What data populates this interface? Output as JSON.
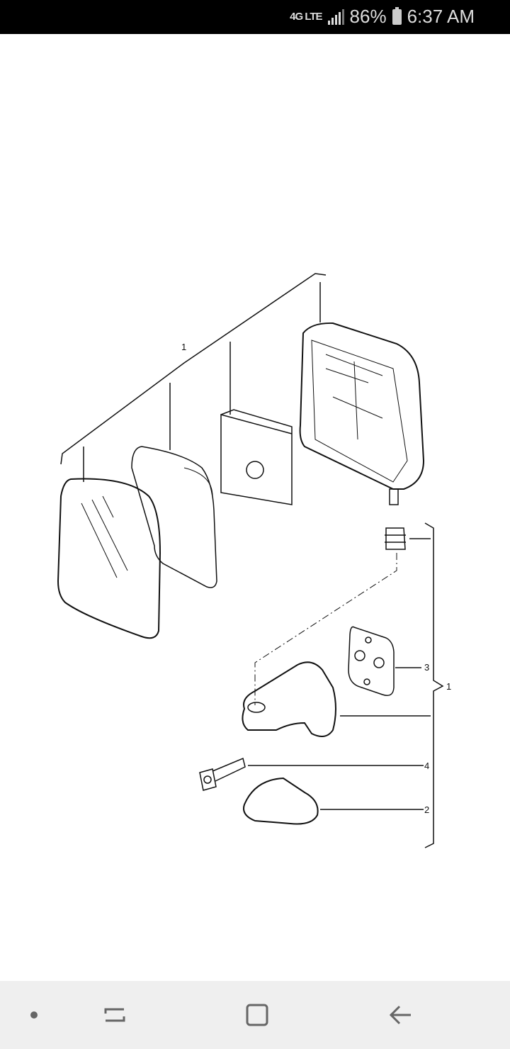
{
  "status_bar": {
    "network": "4G LTE",
    "battery": "86%",
    "time": "6:37 AM"
  },
  "diagram": {
    "callouts": {
      "assembly_top": "1",
      "assembly_right": "1",
      "gasket": "3",
      "screw": "4",
      "cover": "2"
    }
  },
  "nav_bar": {
    "icons": [
      "dot-icon",
      "recent-apps-icon",
      "home-icon",
      "back-icon"
    ]
  }
}
